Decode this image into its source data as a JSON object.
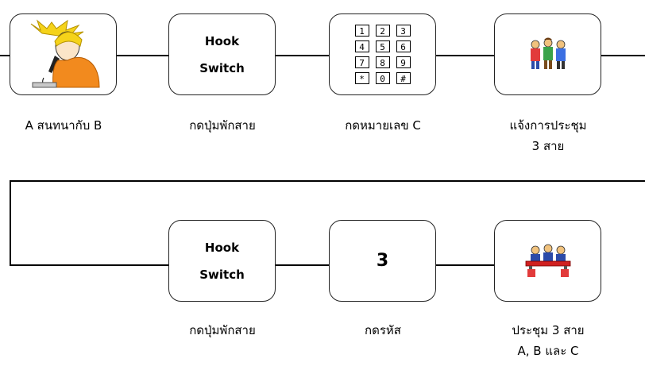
{
  "row1": [
    {
      "label": "A สนทนากับ B"
    },
    {
      "label": "กดปุ่มพักสาย",
      "box_line1": "Hook",
      "box_line2": "Switch"
    },
    {
      "label": "กดหมายเลข C",
      "keys": [
        "1",
        "2",
        "3",
        "4",
        "5",
        "6",
        "7",
        "8",
        "9",
        "*",
        "0",
        "#"
      ]
    },
    {
      "label": "แจ้งการประชุม",
      "label_line2": "3 สาย"
    }
  ],
  "row2": [
    {
      "label": "กดปุ่มพักสาย",
      "box_line1": "Hook",
      "box_line2": "Switch"
    },
    {
      "label": "กดรหัส",
      "box_text": "3"
    },
    {
      "label": "ประชุม 3 สาย",
      "label_line2": "A, B และ C"
    }
  ]
}
